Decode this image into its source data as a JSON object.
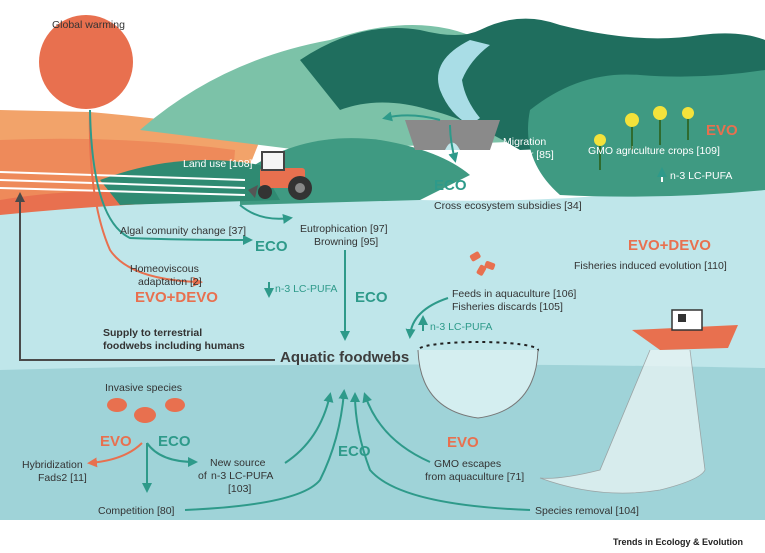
{
  "labels": {
    "global_warming": "Global warming",
    "land_use": "Land use [108]",
    "migration_barrier_1": "Migration",
    "migration_barrier_2": "barrier [85]",
    "eco_top": "ECO",
    "cross_ecosystem": "Cross ecosystem subsidies [34]",
    "evo_top": "EVO",
    "gmo_crops": "GMO agriculture crops [109]",
    "gmo_crops_pufa": "n-3 LC-PUFA",
    "algal_change": "Algal comunity change [37]",
    "eutrophication": "Eutrophication [97]",
    "browning": "Browning [95]",
    "eco_mid": "ECO",
    "homeoviscous_1": "Homeoviscous",
    "homeoviscous_2": "adaptation [2]",
    "evo_devo_left": "EVO+DEVO",
    "pufa_down": "n-3 LC-PUFA",
    "eco_center": "ECO",
    "feeds": "Feeds in aquaculture [106]",
    "discards": "Fisheries discards [105]",
    "pufa_up": "n-3 LC-PUFA",
    "evo_devo_right": "EVO+DEVO",
    "fisheries_evolution": "Fisheries induced evolution [110]",
    "supply_1": "Supply to terrestrial",
    "supply_2": "foodwebs including humans",
    "aquatic_foodwebs": "Aquatic foodwebs",
    "invasive": "Invasive species",
    "evo_bottom": "EVO",
    "eco_bottom_left": "ECO",
    "hybridization_1": "Hybridization",
    "hybridization_2": "Fads2 [11]",
    "new_source_1": "New source",
    "new_source_2": "of",
    "new_source_3": "n-3 LC-PUFA",
    "new_source_4": "[103]",
    "eco_bottom_center": "ECO",
    "evo_gmo": "EVO",
    "gmo_escapes_1": "GMO escapes",
    "gmo_escapes_2": "from aquaculture [71]",
    "competition": "Competition [80]",
    "species_removal": "Species removal [104]",
    "footer": "Trends in Ecology & Evolution"
  },
  "colors": {
    "teal": "#2e9a8a",
    "coral": "#e8704f",
    "lake": "#bfe6ea",
    "lake_deep": "#9fd3d8",
    "hill_dark": "#1f6e5e",
    "hill_mid": "#3f9a82",
    "hill_light": "#7cc2a8"
  }
}
